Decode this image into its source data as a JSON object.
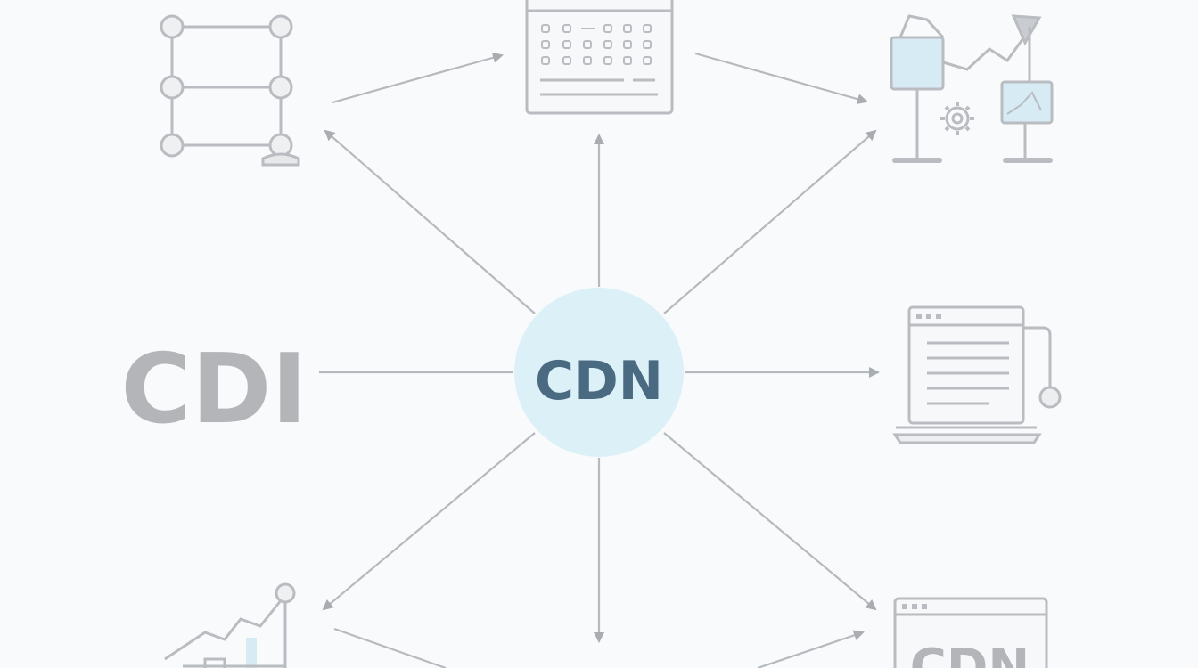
{
  "diagram": {
    "center_label": "CDN",
    "left_label": "CDI",
    "bottom_right_window_label": "CDN"
  },
  "colors": {
    "background": "#f9fafb",
    "line": "#b6b9bd",
    "arrow": "#a9acb0",
    "icon_stroke": "#b9bcc0",
    "icon_fill_accent": "#d7ebf5",
    "center_circle": "#dcf0f8",
    "center_text": "#4a6a82",
    "left_text": "#b3b5b8"
  },
  "icons": {
    "top_left": "network-grid-icon",
    "top_center": "calendar-window-icon",
    "top_right": "analytics-workstation-icon",
    "middle_right": "laptop-document-icon",
    "bottom_left": "growth-chart-icon",
    "bottom_right": "cdn-browser-window-icon"
  }
}
